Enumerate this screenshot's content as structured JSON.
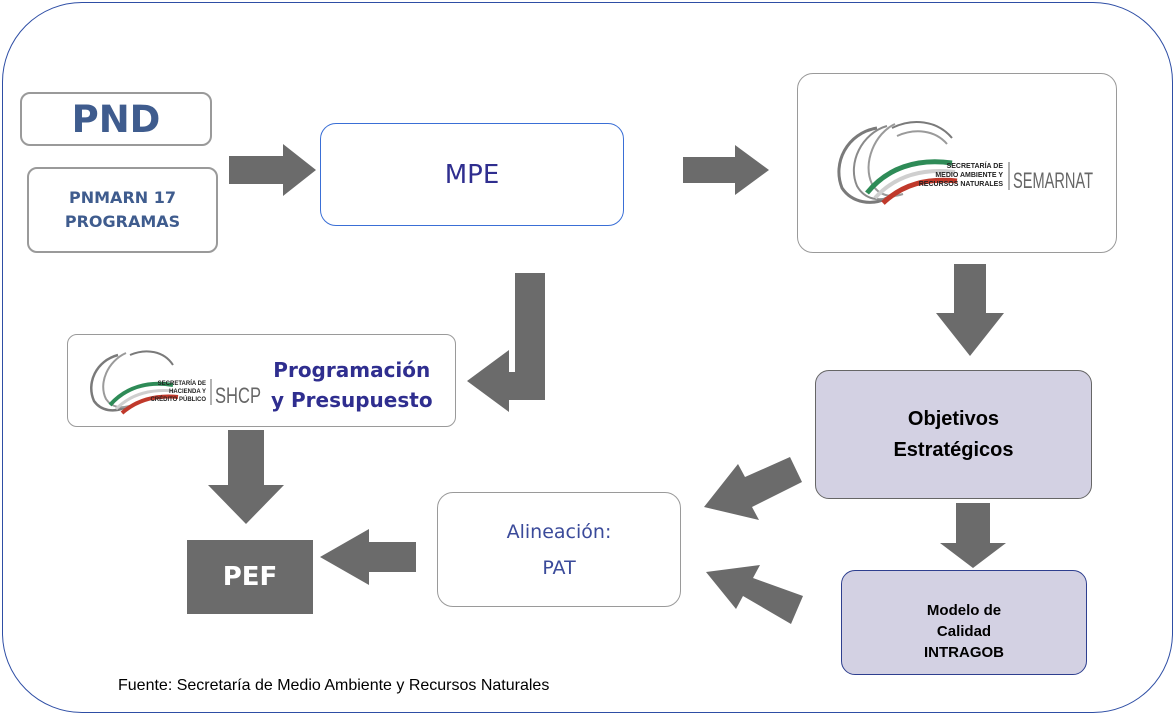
{
  "boxes": {
    "pnd": "PND",
    "pnmarn_line1": "PNMARN 17",
    "pnmarn_line2": "PROGRAMAS",
    "mpe": "MPE",
    "programacion_line1": "Programación",
    "programacion_line2": "y Presupuesto",
    "objetivos_line1": "Objetivos",
    "objetivos_line2": "Estratégicos",
    "modelo_line1": "Modelo de",
    "modelo_line2": "Calidad",
    "modelo_line3": "INTRAGOB",
    "alineacion_line1": "Alineación:",
    "alineacion_line2": "PAT",
    "pef": "PEF"
  },
  "logos": {
    "semarnat_line1": "SECRETARÍA DE",
    "semarnat_line2": "MEDIO AMBIENTE Y",
    "semarnat_line3": "RECURSOS NATURALES",
    "semarnat_acronym": "SEMARNAT",
    "shcp_line1": "SECRETARÍA DE",
    "shcp_line2": "HACIENDA Y",
    "shcp_line3": "CRÉDITO PÚBLICO",
    "shcp_acronym": "SHCP"
  },
  "source_note": "Fuente: Secretaría de Medio Ambiente y Recursos Naturales",
  "colors": {
    "arrow": "#6b6b6b",
    "frame": "#2e4ea5",
    "highlight_box": "#d3d1e3",
    "title_text": "#3f5c8e",
    "indigo_text": "#2f2e8f"
  }
}
